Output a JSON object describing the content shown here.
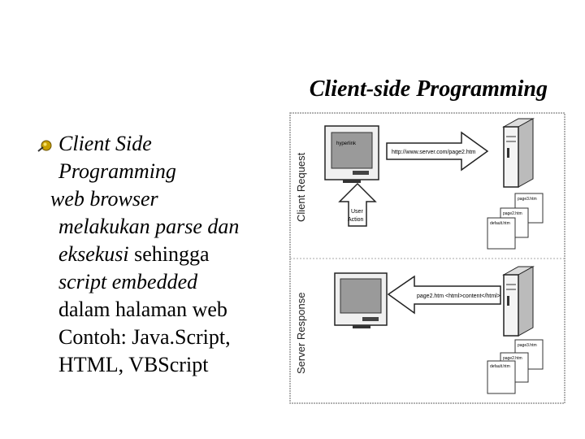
{
  "slide": {
    "title": "Client-side Programming",
    "bullet": {
      "line1": "Client Side",
      "line2": "Programming"
    },
    "para": {
      "line1": "web browser",
      "line2": "melakukan parse dan",
      "line3_italic": "eksekusi",
      "line3_rest": " sehingga",
      "line4": "script embedded",
      "line5": "dalam halaman web",
      "line6": "Contoh: Java.Script,",
      "line7": "HTML, VBScript"
    }
  },
  "diagram": {
    "request_label": "Client Request",
    "response_label": "Server Response",
    "hyperlink_label": "hyperlink",
    "request_url": "http://www.server.com/page2.htm",
    "user_label_1": "User",
    "user_label_2": "Action",
    "response_text": "page2.htm <html>content</html>",
    "files_top": [
      "page3.htm",
      "page2.htm",
      "default.htm"
    ],
    "files_bottom": [
      "page3.htm",
      "page2.htm",
      "default.htm"
    ]
  }
}
